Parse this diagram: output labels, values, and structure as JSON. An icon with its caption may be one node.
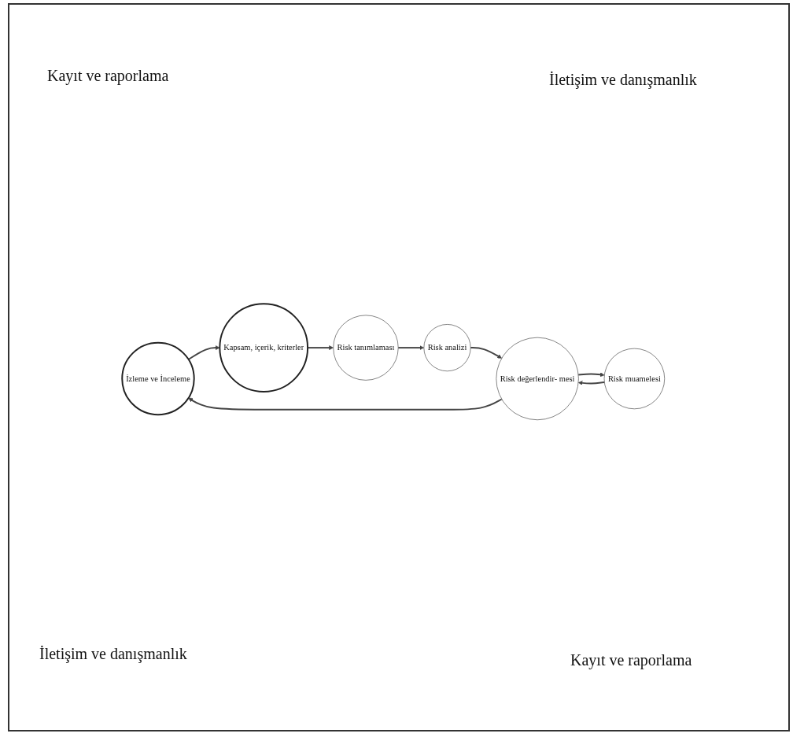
{
  "diagram": {
    "nodes": [
      {
        "text": [
          "İzleme ve İnceleme"
        ]
      },
      {
        "text": [
          "Kapsam, içerik, kriterler"
        ]
      },
      {
        "text": [
          "Risk tanımlaması"
        ]
      },
      {
        "text": [
          "Risk analizi"
        ]
      },
      {
        "text": [
          "Risk değerlendir- mesi"
        ]
      },
      {
        "text": [
          "Risk muamelesi"
        ]
      }
    ],
    "edges": [
      {
        "from": 0,
        "to": 1,
        "arrow": "to"
      },
      {
        "from": 1,
        "to": 2,
        "arrow": "to"
      },
      {
        "from": 2,
        "to": 3,
        "arrow": "to"
      },
      {
        "from": 3,
        "to": 4,
        "arrow": "to"
      },
      {
        "from": 4,
        "to": 0,
        "arrow": "to"
      },
      {
        "from": 4,
        "to": 5,
        "arrow": "to"
      },
      {
        "from": 5,
        "to": 4,
        "arrow": "to"
      }
    ],
    "labels": [
      "Kayıt ve raporlama",
      "İletişim ve danışmanlık",
      "İletişim ve danışmanlık",
      "Kayıt ve raporlama"
    ]
  }
}
